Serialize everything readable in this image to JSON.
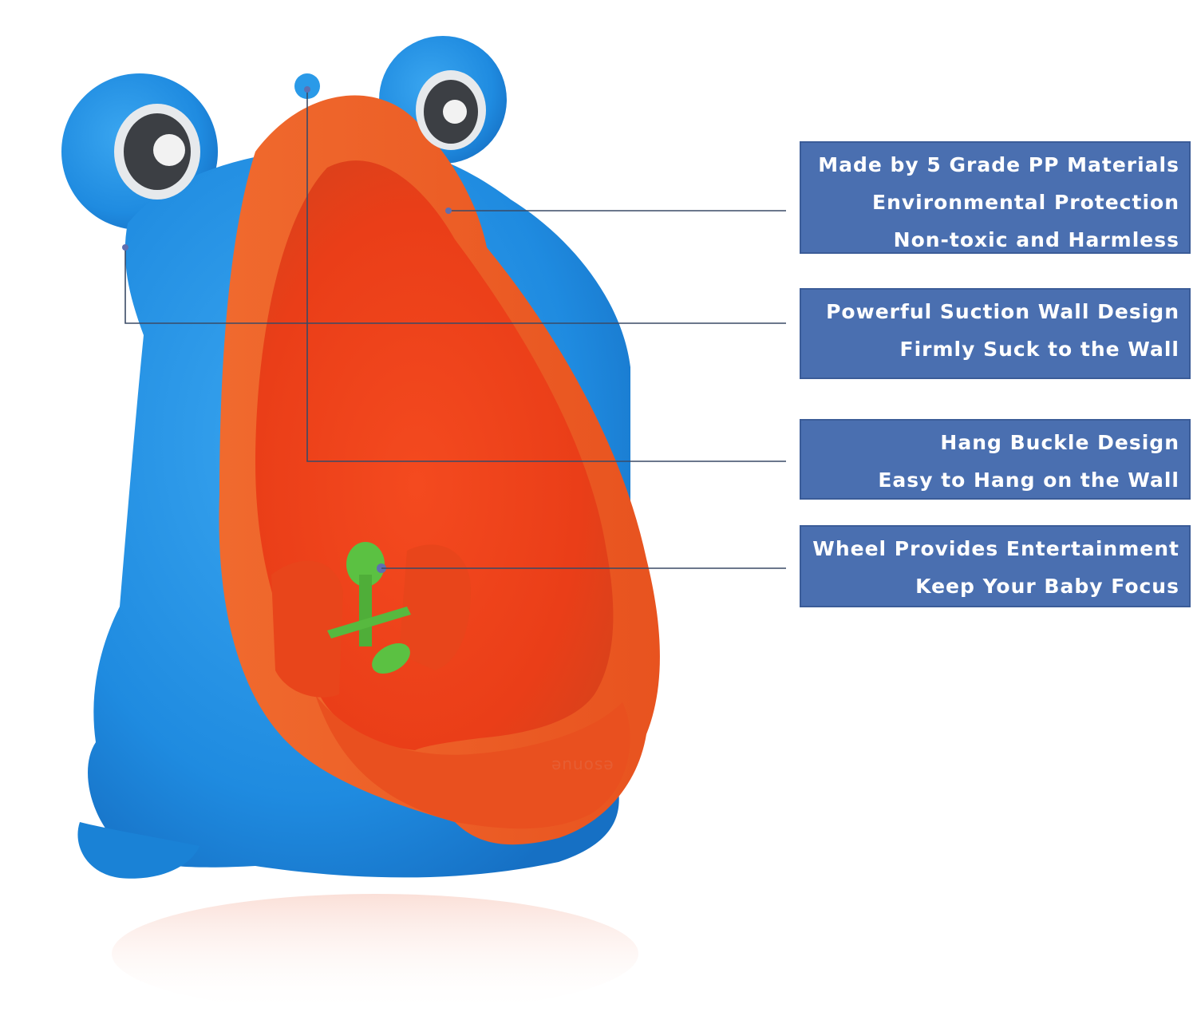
{
  "product": {
    "brand_mark": "esonue",
    "colors": {
      "body_blue": "#1f8fe0",
      "bowl_orange": "#ef5a2a",
      "wheel_green": "#5bc142",
      "callout_bg": "#4a6fb0",
      "callout_text": "#ffffff"
    }
  },
  "callouts": [
    {
      "lines": [
        "Made by 5 Grade PP Materials",
        "Environmental Protection",
        "Non-toxic and Harmless"
      ]
    },
    {
      "lines": [
        "Powerful Suction Wall Design",
        "Firmly Suck to the Wall"
      ]
    },
    {
      "lines": [
        "Hang Buckle Design",
        "Easy to Hang on the Wall"
      ]
    },
    {
      "lines": [
        "Wheel Provides Entertainment",
        "Keep Your Baby Focus"
      ]
    }
  ]
}
